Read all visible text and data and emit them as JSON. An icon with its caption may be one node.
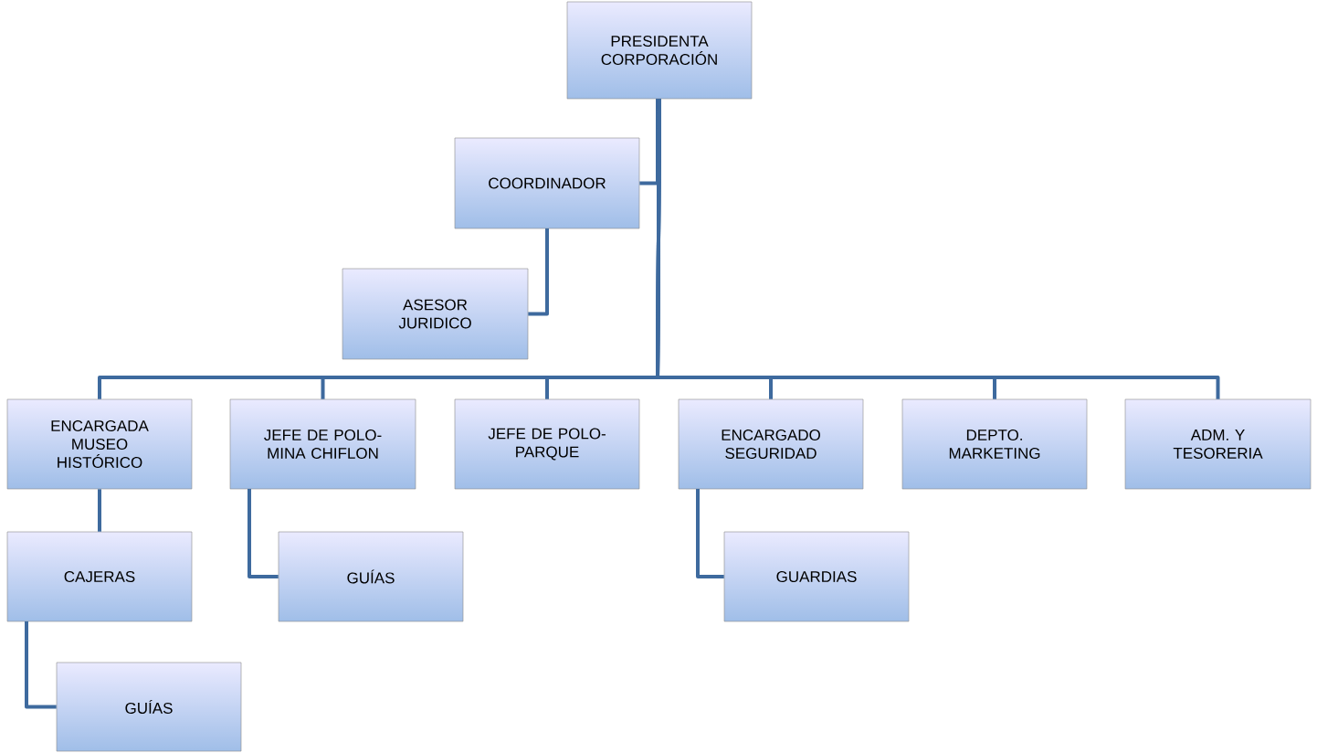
{
  "diagram": {
    "nodes": [
      {
        "text": [
          "PRESIDENTA CORPORACIÓN"
        ]
      },
      {
        "text": [
          "COORDINADOR"
        ]
      },
      {
        "text": [
          "ASESOR JURIDICO"
        ]
      },
      {
        "text": [
          "ENCARGADA MUSEO HISTÓRICO"
        ]
      },
      {
        "text": [
          "JEFE DE POLO- MINA CHIFLON"
        ]
      },
      {
        "text": [
          "JEFE DE POLO- PARQUE"
        ]
      },
      {
        "text": [
          "ENCARGADO SEGURIDAD"
        ]
      },
      {
        "text": [
          "DEPTO. MARKETING"
        ]
      },
      {
        "text": [
          "ADM. Y TESORERIA"
        ]
      },
      {
        "text": [
          "CAJERAS"
        ]
      },
      {
        "text": [
          "GUÍAS"
        ]
      },
      {
        "text": [
          "GUARDIAS"
        ]
      },
      {
        "text": [
          "GUÍAS"
        ]
      }
    ],
    "edges": [
      {
        "from": 0,
        "to": 1,
        "arrow": "none"
      },
      {
        "from": 1,
        "to": 2,
        "arrow": "none"
      },
      {
        "from": 0,
        "to": 3,
        "arrow": "none"
      },
      {
        "from": 0,
        "to": 4,
        "arrow": "none"
      },
      {
        "from": 0,
        "to": 5,
        "arrow": "none"
      },
      {
        "from": 0,
        "to": 6,
        "arrow": "none"
      },
      {
        "from": 0,
        "to": 7,
        "arrow": "none"
      },
      {
        "from": 0,
        "to": 8,
        "arrow": "none"
      },
      {
        "from": 3,
        "to": 9,
        "arrow": "none"
      },
      {
        "from": 9,
        "to": 12,
        "arrow": "none"
      },
      {
        "from": 4,
        "to": 10,
        "arrow": "none"
      },
      {
        "from": 6,
        "to": 11,
        "arrow": "none"
      }
    ]
  }
}
